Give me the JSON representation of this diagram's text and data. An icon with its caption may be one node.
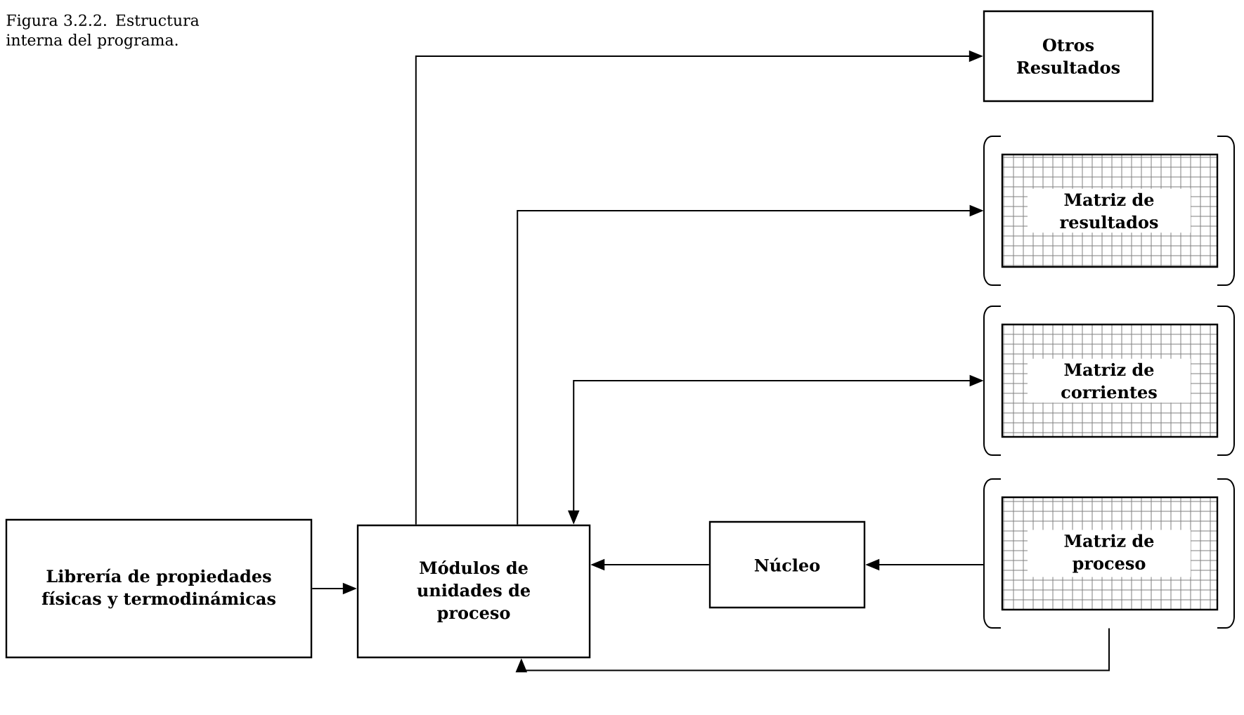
{
  "diagram": {
    "caption": "Figura 3.2.2. Estructura interna del programa.",
    "nodes": [
      {
        "text": [
          "Librería de propiedades físicas y termodinámicas"
        ]
      },
      {
        "text": [
          "Módulos de unidades de proceso"
        ]
      },
      {
        "text": [
          "Núcleo"
        ]
      },
      {
        "text": [
          "Otros Resultados"
        ]
      },
      {
        "text": [
          "Matriz de resultados"
        ]
      },
      {
        "text": [
          "Matriz de corrientes"
        ]
      },
      {
        "text": [
          "Matriz de proceso"
        ]
      }
    ],
    "edges": [
      {
        "from": 0,
        "to": 1,
        "arrow": "to"
      },
      {
        "from": 1,
        "to": 3,
        "arrow": "to"
      },
      {
        "from": 1,
        "to": 4,
        "arrow": "to"
      },
      {
        "from": 5,
        "to": 1,
        "arrow": "both"
      },
      {
        "from": 6,
        "to": 2,
        "arrow": "to"
      },
      {
        "from": 2,
        "to": 1,
        "arrow": "to"
      },
      {
        "from": 6,
        "to": 1,
        "arrow": "to"
      }
    ]
  }
}
